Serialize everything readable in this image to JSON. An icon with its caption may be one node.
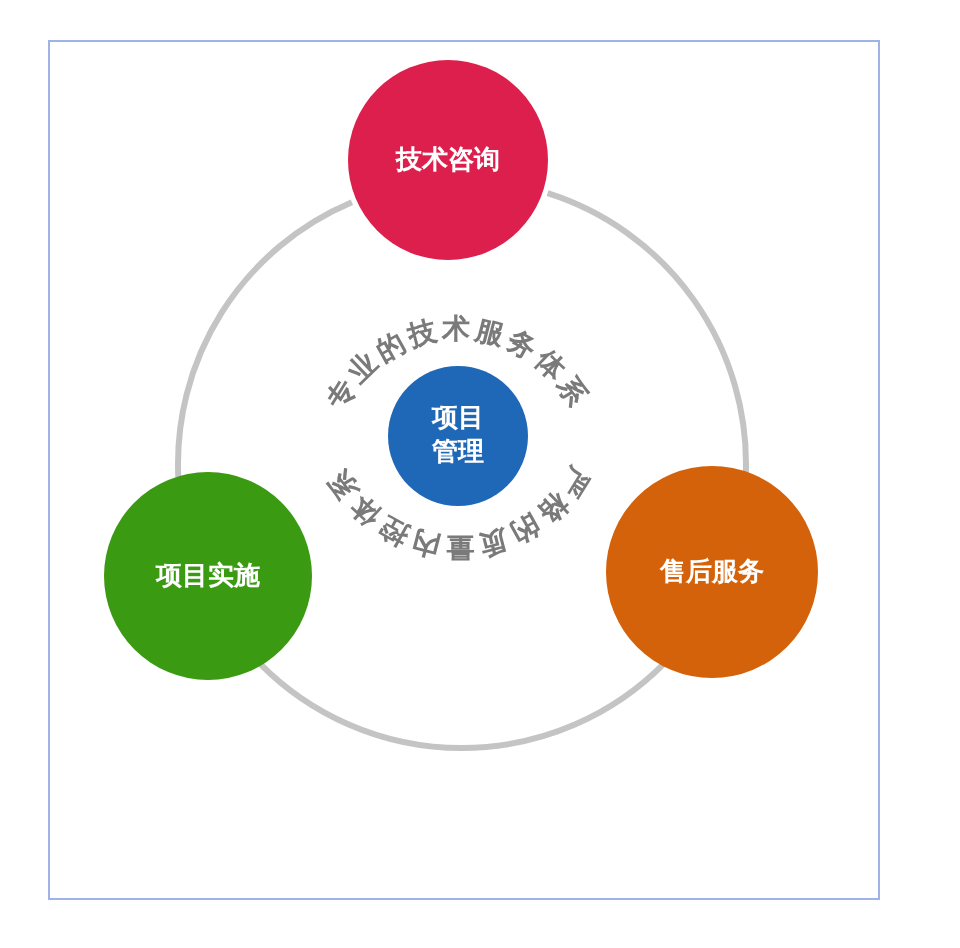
{
  "diagram": {
    "nodes": [
      {
        "text": [
          "技术咨询"
        ]
      },
      {
        "text": [
          "售后服务"
        ]
      },
      {
        "text": [
          "项目实施"
        ]
      },
      {
        "text": [
          "项目管理"
        ]
      }
    ],
    "edges": [
      {
        "from": 0,
        "to": 1,
        "arrow": "none"
      },
      {
        "from": 1,
        "to": 2,
        "arrow": "none"
      },
      {
        "from": 2,
        "to": 0,
        "arrow": "none"
      }
    ],
    "labels": [
      "专业的技术服务体系",
      "严格的质量内控体系"
    ]
  }
}
